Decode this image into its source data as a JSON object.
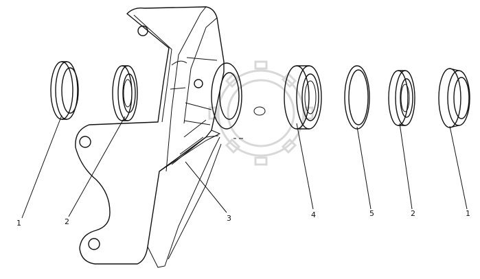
{
  "diagram": {
    "callouts": [
      {
        "id": "c1-left",
        "label": "1"
      },
      {
        "id": "c2-left",
        "label": "2"
      },
      {
        "id": "c3",
        "label": "3"
      },
      {
        "id": "c4",
        "label": "4"
      },
      {
        "id": "c5",
        "label": "5"
      },
      {
        "id": "c2-right",
        "label": "2"
      },
      {
        "id": "c1-right",
        "label": "1"
      }
    ]
  }
}
